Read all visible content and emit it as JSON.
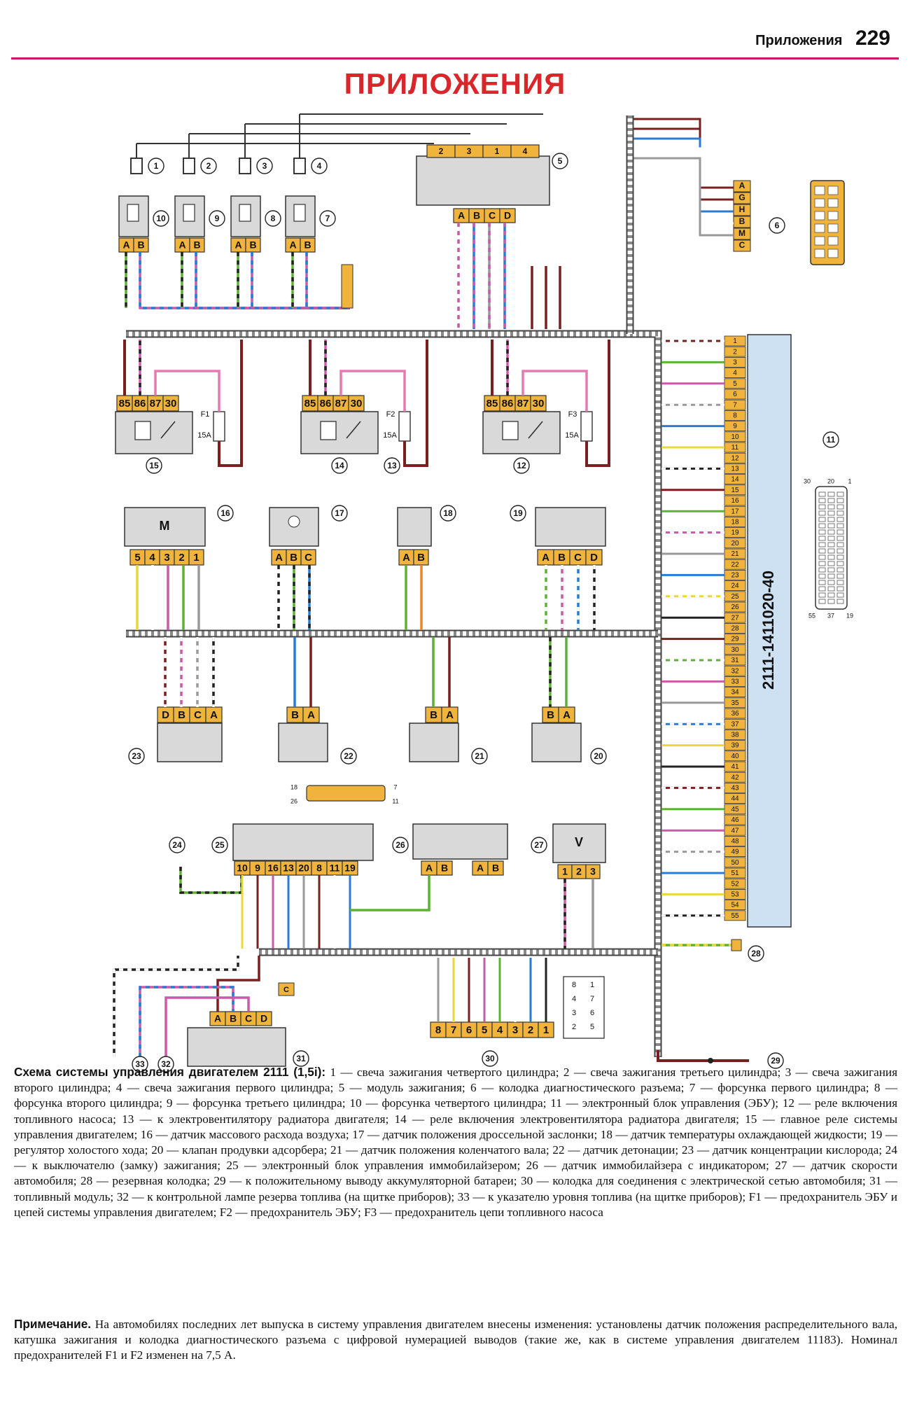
{
  "header": {
    "section": "Приложения",
    "page_number": "229"
  },
  "title": "ПРИЛОЖЕНИЯ",
  "ecu_label": "2111-1411020-40",
  "fuses": [
    {
      "id": "F1",
      "rating": "15A"
    },
    {
      "id": "F2",
      "rating": "15A"
    },
    {
      "id": "F3",
      "rating": "15A"
    }
  ],
  "connectors": {
    "ignition_module": [
      "2",
      "3",
      "1",
      "4"
    ],
    "ignition_module_bottom": [
      "A",
      "B",
      "C",
      "D"
    ],
    "diag": [
      "A",
      "G",
      "H",
      "B",
      "M",
      "C"
    ],
    "injector": [
      "A",
      "B"
    ],
    "relay": [
      "85",
      "86",
      "87",
      "30"
    ],
    "maf": [
      "5",
      "4",
      "3",
      "2",
      "1"
    ],
    "abc": [
      "A",
      "B",
      "C"
    ],
    "ab": [
      "A",
      "B"
    ],
    "abcd": [
      "A",
      "B",
      "C",
      "D"
    ],
    "o2": [
      "D",
      "B",
      "C",
      "A"
    ],
    "ba": [
      "B",
      "A"
    ],
    "immo": [
      "10",
      "9",
      "16",
      "13",
      "20",
      "8",
      "11",
      "19"
    ],
    "speed": [
      "1",
      "2",
      "3"
    ],
    "fuel_module": [
      "A",
      "B",
      "C",
      "D"
    ],
    "vehicle": [
      "8",
      "7",
      "6",
      "5",
      "4",
      "3",
      "2",
      "1"
    ],
    "vehicle_pinout": [
      "8",
      "1",
      "4",
      "7",
      "3",
      "6",
      "2",
      "5"
    ],
    "immo_plug_ends": [
      "18",
      "7",
      "26",
      "11"
    ],
    "ecu_plug_ends": [
      "30",
      "20",
      "1",
      "55",
      "37",
      "19"
    ],
    "motor_label": "M",
    "speed_label": "V",
    "c_label": "C"
  },
  "callouts": [
    "1",
    "2",
    "3",
    "4",
    "5",
    "6",
    "7",
    "8",
    "9",
    "10",
    "11",
    "12",
    "13",
    "14",
    "15",
    "16",
    "17",
    "18",
    "19",
    "20",
    "21",
    "22",
    "23",
    "24",
    "25",
    "26",
    "27",
    "28",
    "29",
    "30",
    "31",
    "32",
    "33"
  ],
  "caption": {
    "heading": "Схема системы управления двигателем 2111 (1,5i):",
    "text": "1 — свеча зажигания четвертого цилиндра; 2 — свеча зажигания третьего цилиндра; 3 — свеча зажигания второго цилиндра; 4 — свеча зажигания первого цилиндра; 5 — модуль зажигания; 6 — колодка диагностического разъема; 7 — форсунка первого цилиндра; 8 — форсунка второго цилиндра; 9 — форсунка третьего цилиндра; 10 — форсунка четвертого цилиндра; 11 — электронный блок управления (ЭБУ); 12 — реле включения топливного насоса; 13 — к электровентилятору радиатора двигателя; 14 — реле включения электровентилятора радиатора двигателя; 15 — главное реле системы управления двигателем; 16 — датчик массового расхода воздуха; 17 — датчик положения дроссельной заслонки; 18 — датчик температуры охлаждающей жидкости; 19 — регулятор холостого хода; 20 — клапан продувки адсорбера; 21 — датчик положения коленчатого вала; 22 — датчик детонации; 23 — датчик концентрации кислорода; 24 — к выключателю (замку) зажигания; 25 — электронный блок управления иммобилайзером; 26 — датчик иммобилайзера с индикатором; 27 — датчик скорости автомобиля; 28 — резервная колодка; 29 — к положительному выводу аккумуляторной батареи; 30 — колодка для соединения с электрической сетью автомобиля; 31 — топливный модуль; 32 — к контрольной лампе резерва топлива (на щитке приборов); 33 — к указателю уровня топлива (на щитке приборов); F1 — предохранитель ЭБУ и цепей системы управления двигателем; F2 — предохранитель ЭБУ; F3 — предохранитель цепи топливного насоса"
  },
  "note": {
    "heading": "Примечание.",
    "text": "На автомобилях последних лет выпуска в систему управления двигателем внесены изменения: установлены датчик положения распределительного вала, катушка зажигания и колодка диагностического разъема с цифровой нумерацией выводов (такие же, как в системе управления двигателем 11183). Номинал предохранителей F1 и F2 изменен на 7,5 А."
  },
  "colors": {
    "accent_rule": "#d4136a",
    "title": "#d9262b",
    "pin": "#f0b43c",
    "box": "#d9d9d9",
    "ecu": "#cde1f2"
  }
}
